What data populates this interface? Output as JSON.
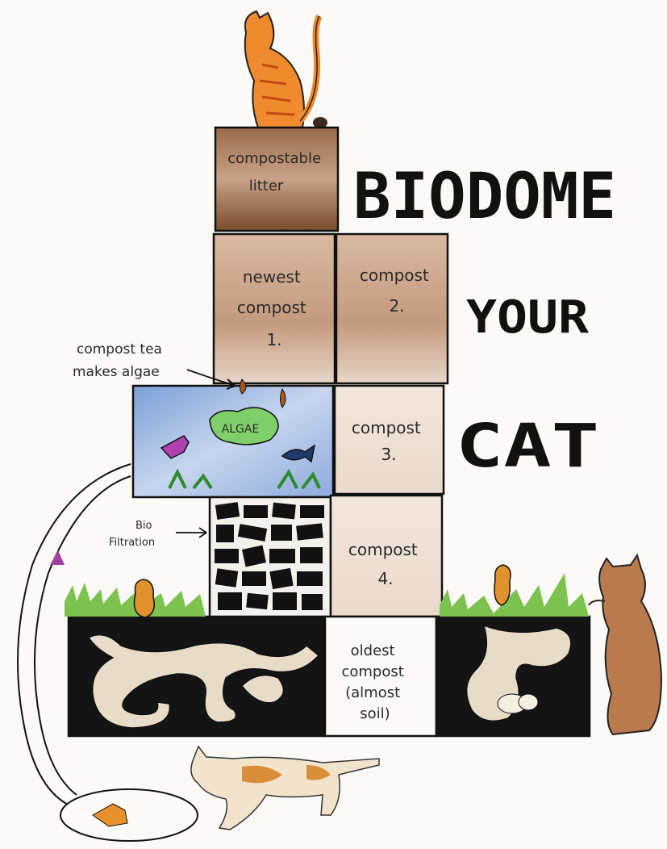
{
  "title": {
    "line1": "BIODOME",
    "line2": "YOUR",
    "line3": "CAT"
  },
  "boxes": {
    "litter": [
      "compostable",
      "litter"
    ],
    "compost1": [
      "newest",
      "compost",
      "1."
    ],
    "compost2": [
      "compost",
      "2."
    ],
    "compost3": [
      "compost",
      "3."
    ],
    "compost4": [
      "compost",
      "4."
    ],
    "oldest": [
      "oldest",
      "compost",
      "(almost",
      "soil)"
    ]
  },
  "annotations": {
    "compost_tea": [
      "compost tea",
      "makes algae"
    ],
    "bio_filtration": [
      "Bio",
      "Filtration"
    ],
    "algae_label": "ALGAE"
  },
  "colors": {
    "litter": "#8a5a3c",
    "compost": "#c9a48a",
    "water": "#9fb6e0",
    "grass": "#6fb84a",
    "orange_cat": "#e8802a",
    "brown_cat": "#b77a4e",
    "ink": "#1a1a1a"
  }
}
